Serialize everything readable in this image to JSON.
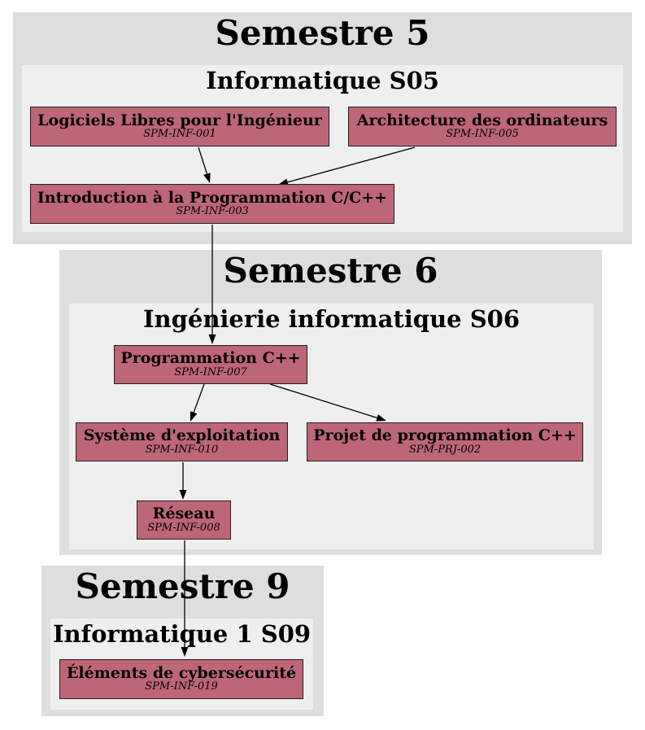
{
  "diagram": {
    "semesters": [
      {
        "title": "Semestre 5",
        "group": {
          "title": "Informatique S05",
          "courses": [
            {
              "name": "Logiciels Libres pour l'Ingénieur",
              "code": "SPM-INF-001"
            },
            {
              "name": "Architecture des ordinateurs",
              "code": "SPM-INF-005"
            },
            {
              "name": "Introduction à la Programmation C/C++",
              "code": "SPM-INF-003"
            }
          ]
        }
      },
      {
        "title": "Semestre 6",
        "group": {
          "title": "Ingénierie informatique S06",
          "courses": [
            {
              "name": "Programmation C++",
              "code": "SPM-INF-007"
            },
            {
              "name": "Système d'exploitation",
              "code": "SPM-INF-010"
            },
            {
              "name": "Projet de programmation C++",
              "code": "SPM-PRJ-002"
            },
            {
              "name": "Réseau",
              "code": "SPM-INF-008"
            }
          ]
        }
      },
      {
        "title": "Semestre 9",
        "group": {
          "title": "Informatique 1 S09",
          "courses": [
            {
              "name": "Éléments de cybersécurité",
              "code": "SPM-INF-019"
            }
          ]
        }
      }
    ],
    "edges": [
      {
        "from": "SPM-INF-001",
        "to": "SPM-INF-003"
      },
      {
        "from": "SPM-INF-005",
        "to": "SPM-INF-003"
      },
      {
        "from": "SPM-INF-003",
        "to": "SPM-INF-007"
      },
      {
        "from": "SPM-INF-007",
        "to": "SPM-INF-010"
      },
      {
        "from": "SPM-INF-007",
        "to": "SPM-PRJ-002"
      },
      {
        "from": "SPM-INF-010",
        "to": "SPM-INF-008"
      },
      {
        "from": "SPM-INF-008",
        "to": "SPM-INF-019"
      }
    ],
    "colors": {
      "node_fill": "#bd6677",
      "node_border": "#241e20",
      "semester_bg": "#dedede",
      "group_bg": "#efefef",
      "edge": "#000000",
      "text": "#000000"
    }
  }
}
